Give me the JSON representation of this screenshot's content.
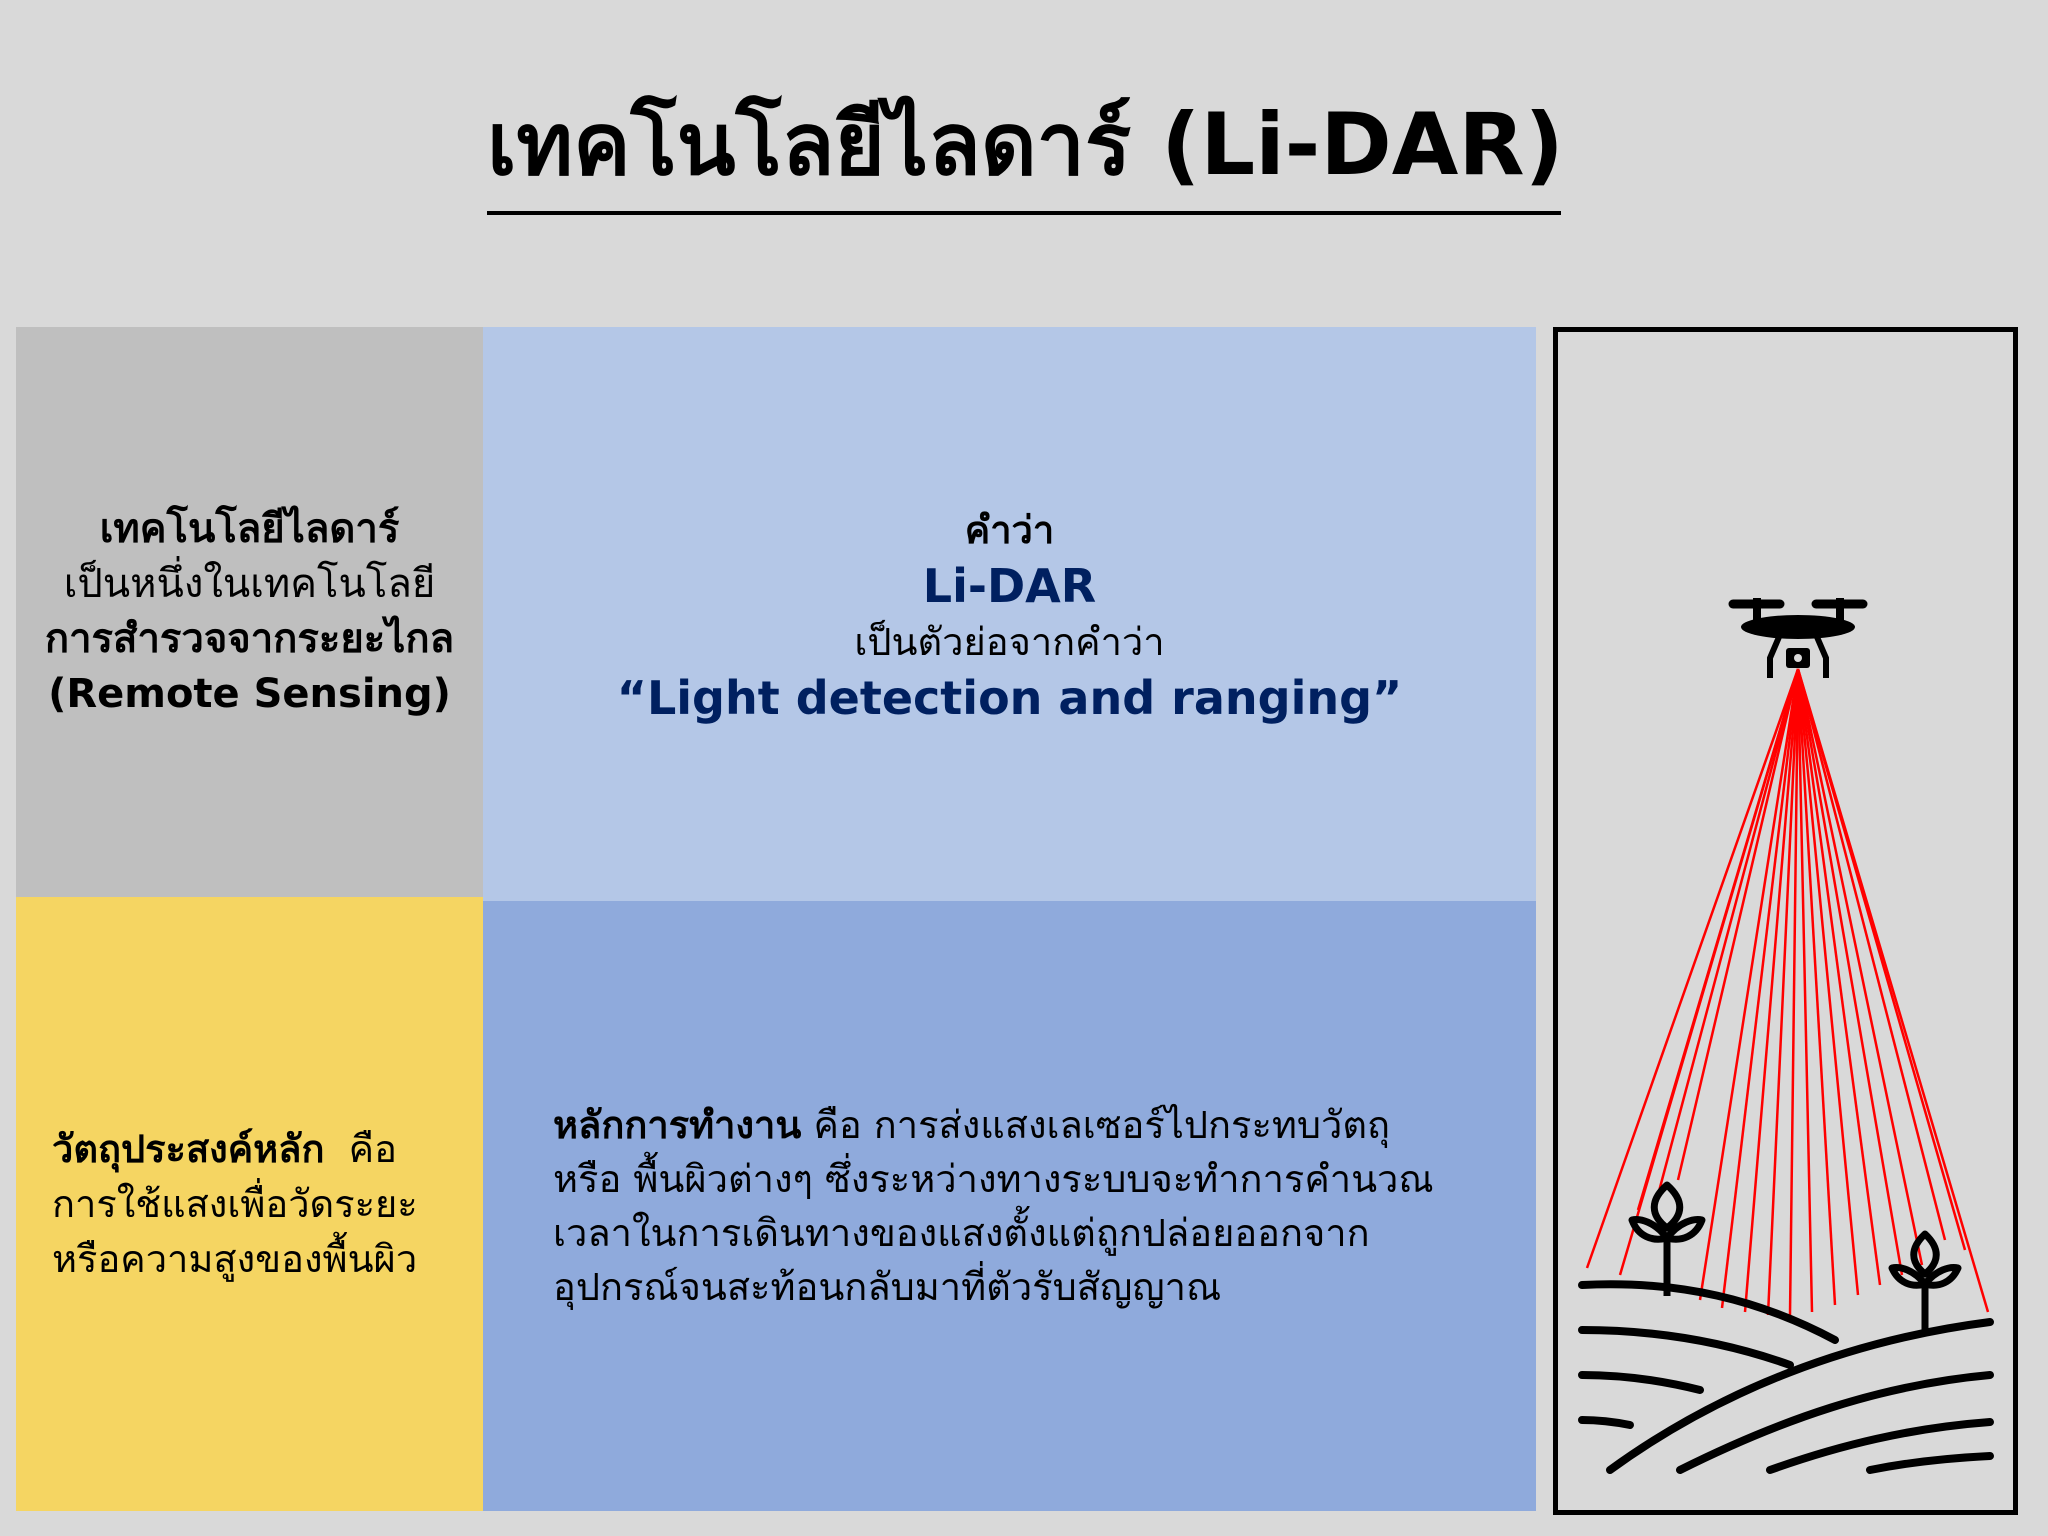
{
  "title": "เทคโนโลยีไลดาร์ (Li-DAR)",
  "definition_box": {
    "line1": "เทคโนโลยีไลดาร์",
    "line2": "เป็นหนึ่งในเทคโนโลยี",
    "line3": "การสำรวจจากระยะไกล",
    "line4": "(Remote Sensing)"
  },
  "term_box": {
    "line1": "คำว่า",
    "line2": "Li-DAR",
    "line3": "เป็นตัวย่อจากคำว่า",
    "line4": "“Light detection and ranging”"
  },
  "objective_box": {
    "heading": "วัตถุประสงค์หลัก",
    "connector": "คือ",
    "line2": "การใช้แสงเพื่อวัดระยะ",
    "line3": "หรือความสูงของพื้นผิว"
  },
  "principle_box": {
    "heading": "หลักการทำงาน",
    "line1_rest": " คือ การส่งแสงเลเซอร์ไปกระทบวัตถุ",
    "line2": "หรือ พื้นผิวต่างๆ ซึ่งระหว่างทางระบบจะทำการคำนวณ",
    "line3": "เวลาในการเดินทางของแสงตั้งแต่ถูกปล่อยออกจาก",
    "line4": "อุปกรณ์จนสะท้อนกลับมาที่ตัวรับสัญญาณ"
  },
  "illustration": {
    "icons": [
      "drone-icon",
      "laser-beams",
      "plant-icon",
      "field-icon"
    ],
    "laser_color": "#ff0000"
  }
}
